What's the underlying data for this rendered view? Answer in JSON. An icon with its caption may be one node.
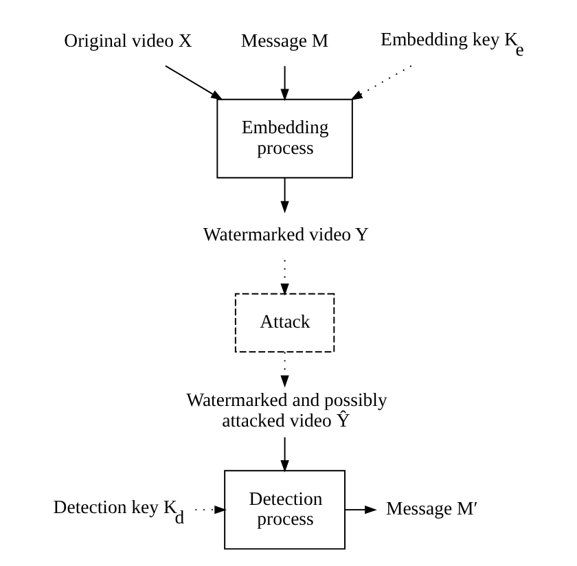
{
  "diagram": {
    "nodes": [
      {
        "text": [
          "Original video X"
        ]
      },
      {
        "text": [
          "Message M"
        ]
      },
      {
        "text": [
          "Embedding key K$_{e}$"
        ]
      },
      {
        "text": [
          "Embedding process"
        ]
      },
      {
        "text": [
          "Watermarked video Y"
        ]
      },
      {
        "text": [
          "Attack"
        ]
      },
      {
        "text": [
          "Watermarked and possibly attacked video Ŷ"
        ]
      },
      {
        "text": [
          "Detection process"
        ]
      },
      {
        "text": [
          "Detection key K$_{d}$"
        ]
      },
      {
        "text": [
          "Message M′"
        ]
      }
    ],
    "edges": [
      {
        "from": 0,
        "to": 3,
        "arrow": "to"
      },
      {
        "from": 1,
        "to": 3,
        "arrow": "to"
      },
      {
        "from": 2,
        "to": 3,
        "arrow": "to",
        "style": "dashed"
      },
      {
        "from": 3,
        "to": 4,
        "arrow": "to"
      },
      {
        "from": 4,
        "to": 5,
        "arrow": "to",
        "style": "dashed"
      },
      {
        "from": 5,
        "to": 6,
        "arrow": "to",
        "style": "dashed"
      },
      {
        "from": 6,
        "to": 7,
        "arrow": "to"
      },
      {
        "from": 8,
        "to": 7,
        "arrow": "to",
        "style": "dashed"
      },
      {
        "from": 7,
        "to": 9,
        "arrow": "to"
      }
    ]
  }
}
